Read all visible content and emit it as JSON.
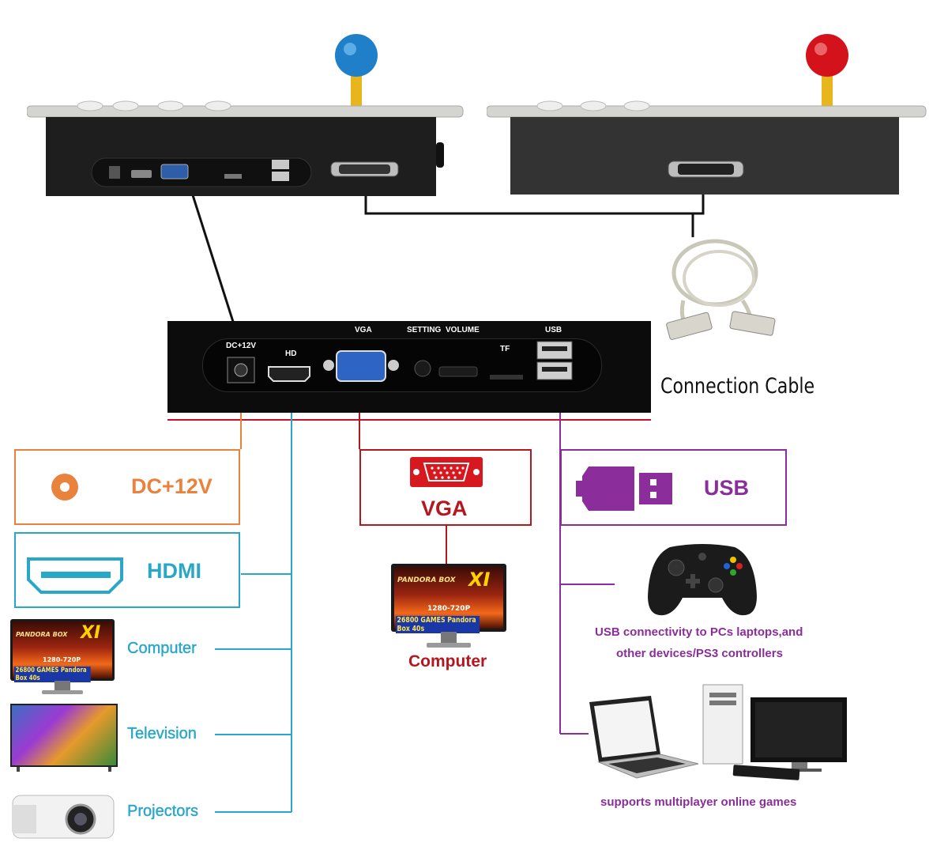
{
  "box_panel": {
    "dc_label": "DC+12V",
    "hd_label": "HD",
    "vga_label": "VGA",
    "setting_label": "SETTING",
    "volume_label": "VOLUME",
    "tf_label": "TF",
    "usb_label": "USB"
  },
  "connection_cable_label": "Connection Cable",
  "outputs": {
    "dc": {
      "label": "DC+12V",
      "color": "#e9823d"
    },
    "hdmi": {
      "label": "HDMI",
      "color": "#29a7c9"
    },
    "vga": {
      "label": "VGA",
      "color": "#b5171e"
    },
    "usb": {
      "label": "USB",
      "color": "#8b2d9b"
    }
  },
  "devices": {
    "computer_left": "Computer",
    "television": "Television",
    "projectors": "Projectors",
    "computer_vga": "Computer"
  },
  "usb_notes": {
    "line1": "USB connectivity to PCs laptops,and",
    "line2": "other devices/PS3 controllers",
    "multiplayer": "supports multiplayer online games"
  },
  "monitor_screen": {
    "logo_line": "PANDORA BOX",
    "numeral": "XI",
    "resolution": "1280-720P",
    "games": "26800 GAMES Pandora Box 40s"
  }
}
